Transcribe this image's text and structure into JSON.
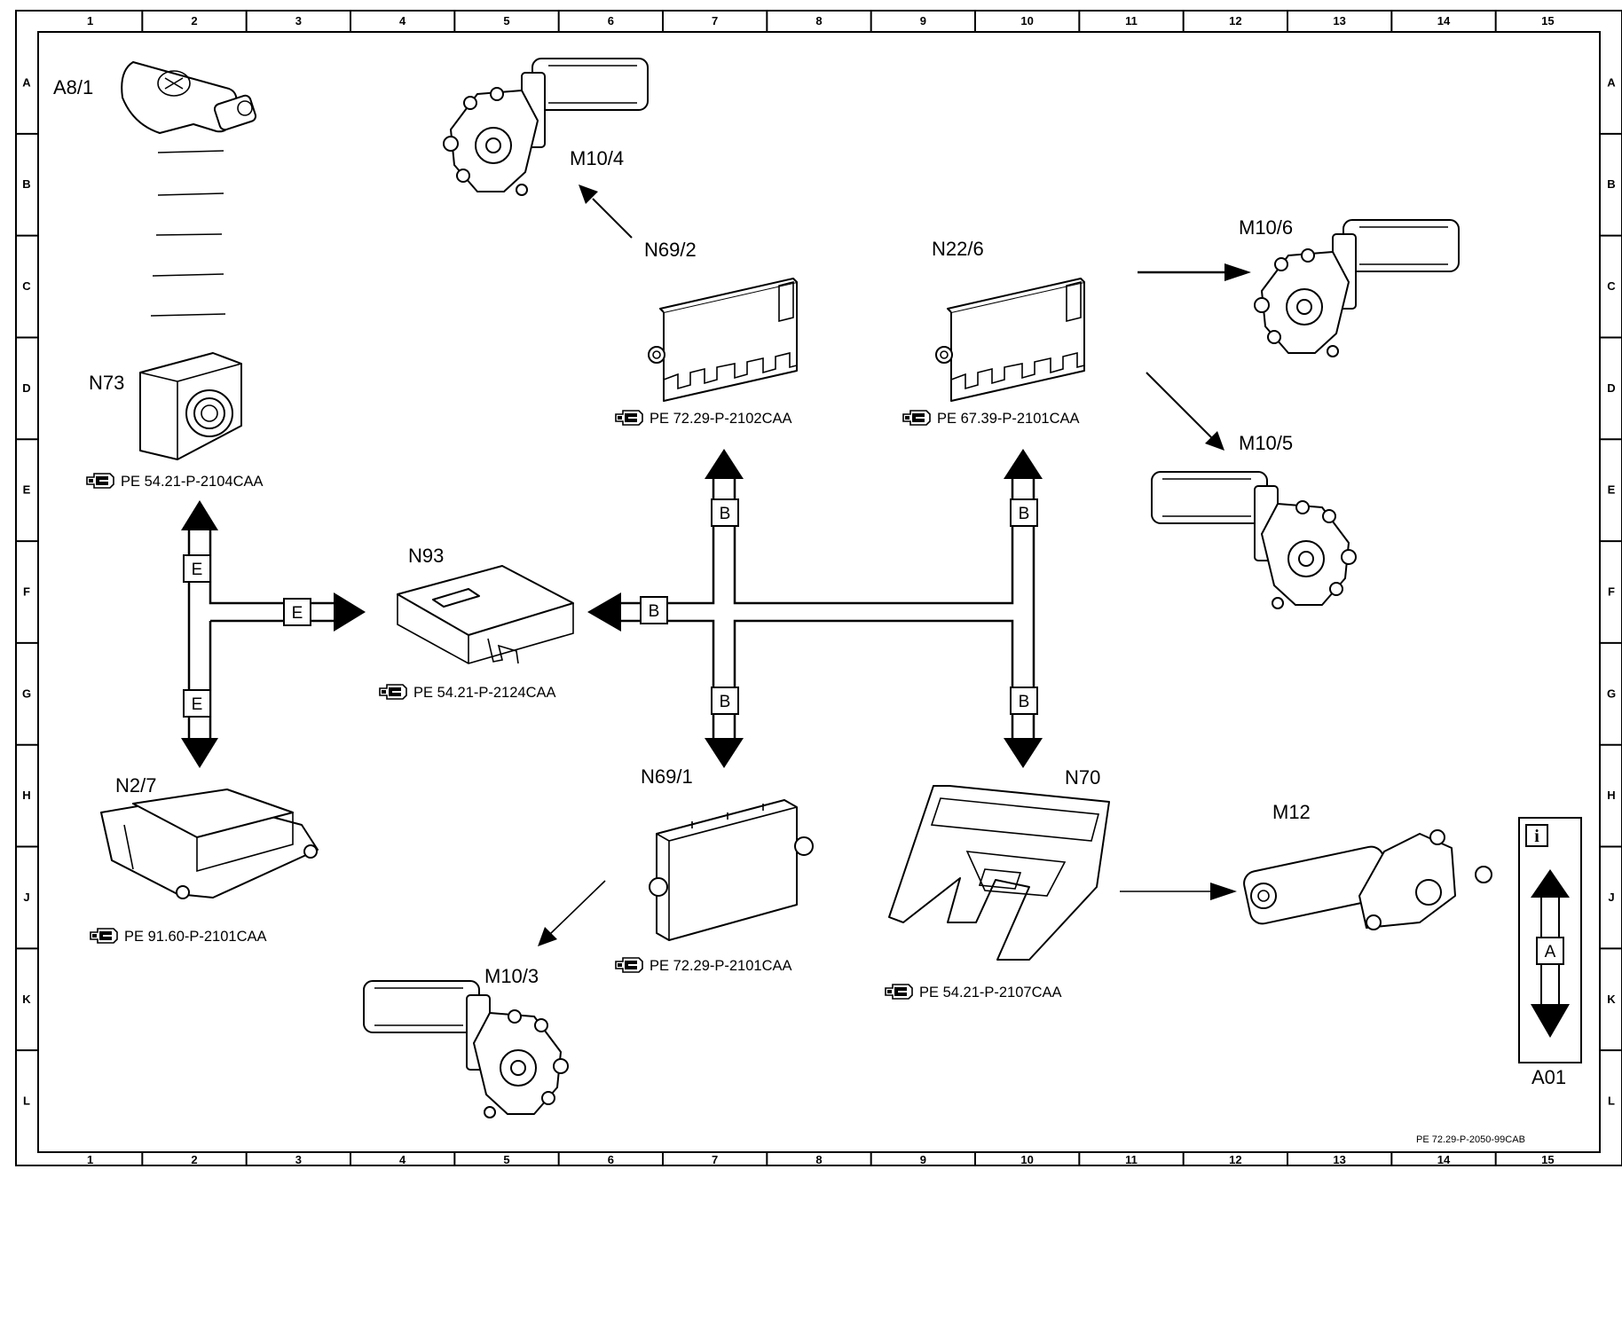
{
  "grid": {
    "columns": [
      "1",
      "2",
      "3",
      "4",
      "5",
      "6",
      "7",
      "8",
      "9",
      "10",
      "11",
      "12",
      "13",
      "14",
      "15"
    ],
    "rows": [
      "A",
      "B",
      "C",
      "D",
      "E",
      "F",
      "G",
      "H",
      "J",
      "K",
      "L"
    ]
  },
  "components": {
    "a8_1": "A8/1",
    "n73": "N73",
    "n2_7": "N2/7",
    "n93": "N93",
    "n69_2": "N69/2",
    "n22_6": "N22/6",
    "n69_1": "N69/1",
    "n70": "N70",
    "m10_4": "M10/4",
    "m10_6": "M10/6",
    "m10_5": "M10/5",
    "m10_3": "M10/3",
    "m12": "M12"
  },
  "references": {
    "n73": "PE 54.21-P-2104CAA",
    "n93": "PE 54.21-P-2124CAA",
    "n2_7": "PE 91.60-P-2101CAA",
    "n69_2": "PE 72.29-P-2102CAA",
    "n22_6": "PE 67.39-P-2101CAA",
    "n69_1": "PE 72.29-P-2101CAA",
    "n70": "PE 54.21-P-2107CAA"
  },
  "buses": {
    "b": "B",
    "e": "E"
  },
  "legend": {
    "info_symbol": "i",
    "bus_letter": "A",
    "code": "A01"
  },
  "document_code": "PE 72.29-P-2050-99CAB",
  "icons": [
    "reference-pointer-icon",
    "info-icon"
  ]
}
